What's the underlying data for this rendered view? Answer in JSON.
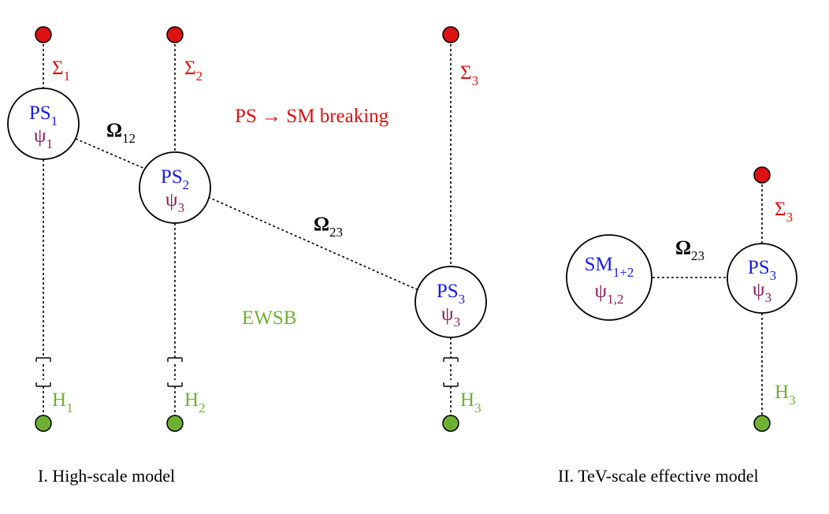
{
  "colors": {
    "red": "#dd1111",
    "blue": "#1a1aee",
    "purple": "#8a1a5a",
    "green": "#6fb033",
    "black": "#000000"
  },
  "high_scale": {
    "caption": "I. High-scale model",
    "breaking_label": "PS → SM breaking",
    "ewsb_label": "EWSB",
    "nodes": [
      {
        "top": "PS",
        "top_sub": "1",
        "bottom": "ψ",
        "bottom_sub": "1"
      },
      {
        "top": "PS",
        "top_sub": "2",
        "bottom": "ψ",
        "bottom_sub": "3"
      },
      {
        "top": "PS",
        "top_sub": "3",
        "bottom": "ψ",
        "bottom_sub": "3"
      }
    ],
    "sigma": [
      {
        "sym": "Σ",
        "sub": "1"
      },
      {
        "sym": "Σ",
        "sub": "2"
      },
      {
        "sym": "Σ",
        "sub": "3"
      }
    ],
    "higgs": [
      {
        "sym": "H",
        "sub": "1"
      },
      {
        "sym": "H",
        "sub": "2"
      },
      {
        "sym": "H",
        "sub": "3"
      }
    ],
    "links": [
      {
        "sym": "Ω",
        "sub": "12"
      },
      {
        "sym": "Ω",
        "sub": "23"
      }
    ]
  },
  "tev_scale": {
    "caption": "II. TeV-scale effective model",
    "nodes": [
      {
        "top": "SM",
        "top_sub": "1+2",
        "bottom": "ψ",
        "bottom_sub": "1,2"
      },
      {
        "top": "PS",
        "top_sub": "3",
        "bottom": "ψ",
        "bottom_sub": "3"
      }
    ],
    "sigma": {
      "sym": "Σ",
      "sub": "3"
    },
    "higgs": {
      "sym": "H",
      "sub": "3"
    },
    "link": {
      "sym": "Ω",
      "sub": "23"
    }
  }
}
